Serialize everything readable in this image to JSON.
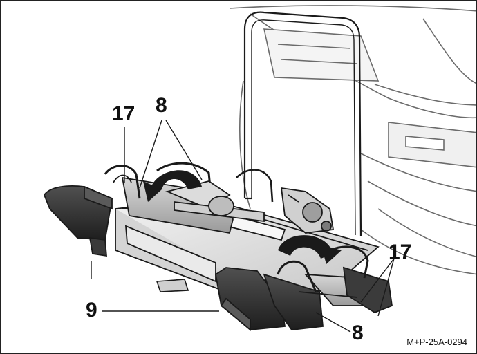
{
  "callouts": {
    "label_17_left": "17",
    "label_8_top": "8",
    "label_9": "9",
    "label_17_right": "17",
    "label_8_bottom": "8"
  },
  "figure_code": "M+P-25A-0294",
  "colors": {
    "line": "#1a1a1a",
    "car_line": "#6b6b6b",
    "fill_dark": "#2f2f2f",
    "fill_mid": "#bdbdbd",
    "fill_light": "#e3e3e3",
    "background": "#ffffff"
  },
  "icons": [
    "rotate-arrow-icon",
    "rotate-arrow-icon"
  ]
}
